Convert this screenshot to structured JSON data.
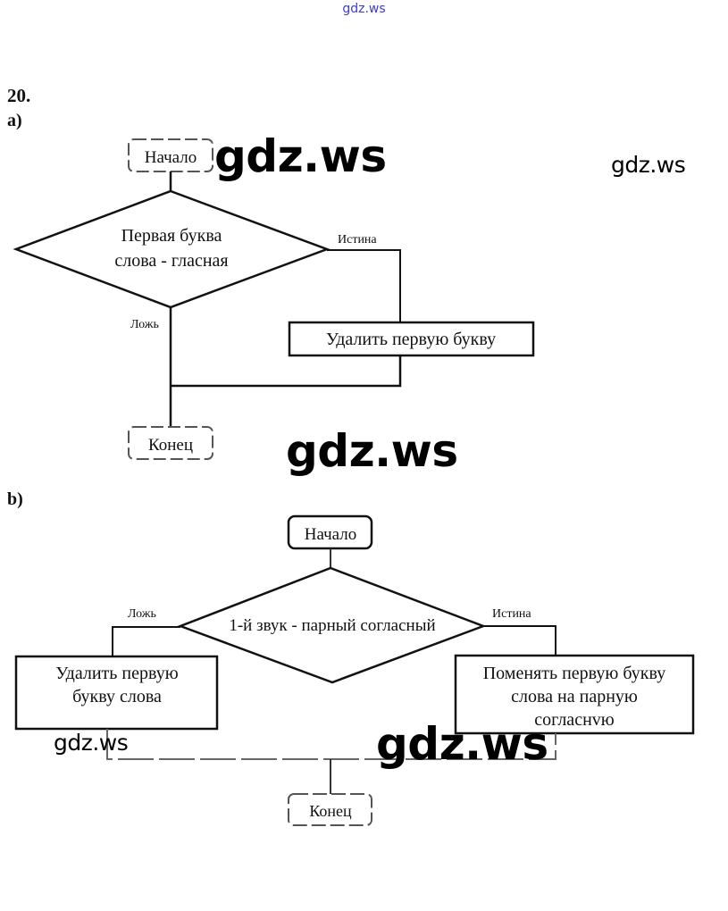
{
  "header": {
    "site_link": "gdz.ws"
  },
  "task": {
    "number": "20.",
    "part_a_label": "a)",
    "part_b_label": "b)"
  },
  "watermarks": [
    "gdz.ws",
    "gdz.ws",
    "gdz.ws",
    "gdz.ws",
    "gdz.ws"
  ],
  "flowchart_a": {
    "start": "Начало",
    "decision_line1": "Первая буква",
    "decision_line2": "слова - гласная",
    "true_label": "Истина",
    "false_label": "Ложь",
    "action": "Удалить первую букву",
    "end": "Конец"
  },
  "flowchart_b": {
    "start": "Начало",
    "decision": "1-й звук - парный согласный",
    "true_label": "Истина",
    "false_label": "Ложь",
    "false_action_line1": "Удалить первую",
    "false_action_line2": "букву слова",
    "true_action_line1": "Поменять первую букву",
    "true_action_line2": "слова на парную",
    "true_action_line3": "согласнvю",
    "end": "Конец"
  }
}
